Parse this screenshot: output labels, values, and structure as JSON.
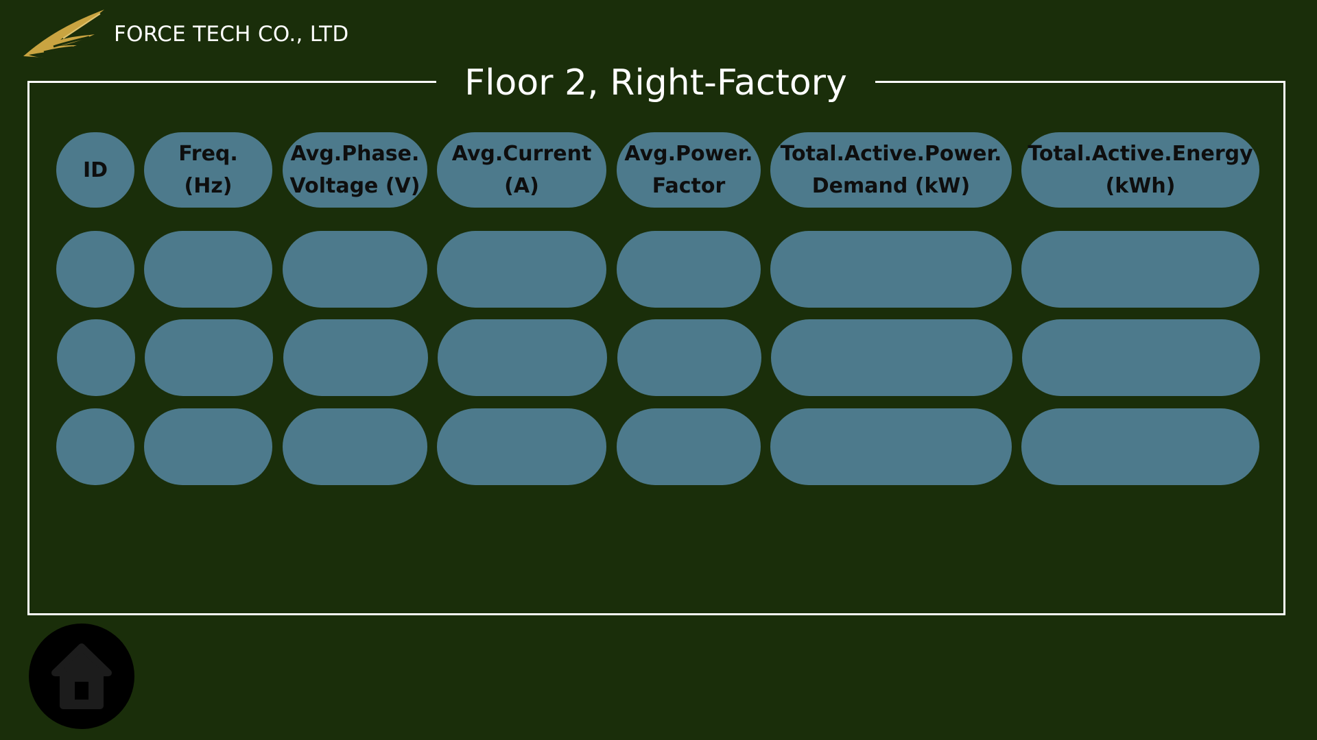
{
  "header": {
    "company_name": "FORCE TECH CO., LTD",
    "logo_icon": "golden-wing-icon"
  },
  "panel": {
    "title": "Floor 2, Right-Factory",
    "columns": [
      {
        "key": "id",
        "label": "ID"
      },
      {
        "key": "freq",
        "label": "Freq.\n(Hz)"
      },
      {
        "key": "voltage",
        "label": "Avg.Phase.\nVoltage (V)"
      },
      {
        "key": "current",
        "label": "Avg.Current\n(A)"
      },
      {
        "key": "pf",
        "label": "Avg.Power.\nFactor"
      },
      {
        "key": "demand",
        "label": "Total.Active.Power.\nDemand (kW)"
      },
      {
        "key": "energy",
        "label": "Total.Active.Energy\n(kWh)"
      }
    ],
    "rows": [
      [
        "",
        "",
        "",
        "",
        "",
        "",
        ""
      ],
      [
        "",
        "",
        "",
        "",
        "",
        "",
        ""
      ],
      [
        "",
        "",
        "",
        "",
        "",
        "",
        ""
      ]
    ]
  },
  "nav": {
    "home_icon": "home-icon"
  },
  "colors": {
    "background": "#1a2e0a",
    "cell": "#4d7a8c",
    "frame": "#ffffff",
    "logo": "#c9a441"
  }
}
